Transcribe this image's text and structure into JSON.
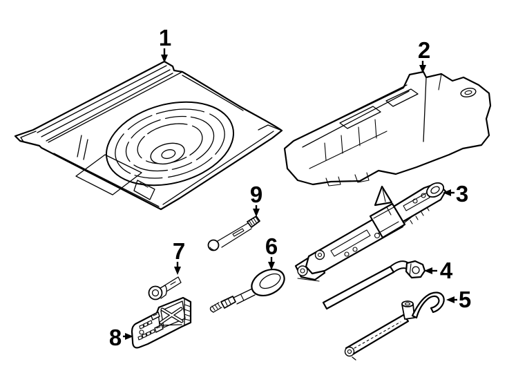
{
  "diagram": {
    "background_color": "#ffffff",
    "line_color": "#000000",
    "callout_color": "#000000"
  },
  "callouts": {
    "c1": {
      "label": "1",
      "part": "rear-floor-pan"
    },
    "c2": {
      "label": "2",
      "part": "foam-tool-tray"
    },
    "c3": {
      "label": "3",
      "part": "scissor-jack"
    },
    "c4": {
      "label": "4",
      "part": "lug-wrench"
    },
    "c5": {
      "label": "5",
      "part": "jack-handle-hook"
    },
    "c6": {
      "label": "6",
      "part": "tow-hook-eye"
    },
    "c7": {
      "label": "7",
      "part": "bolt"
    },
    "c8": {
      "label": "8",
      "part": "tool-mounting-plate"
    },
    "c9": {
      "label": "9",
      "part": "stud-bolt"
    }
  }
}
